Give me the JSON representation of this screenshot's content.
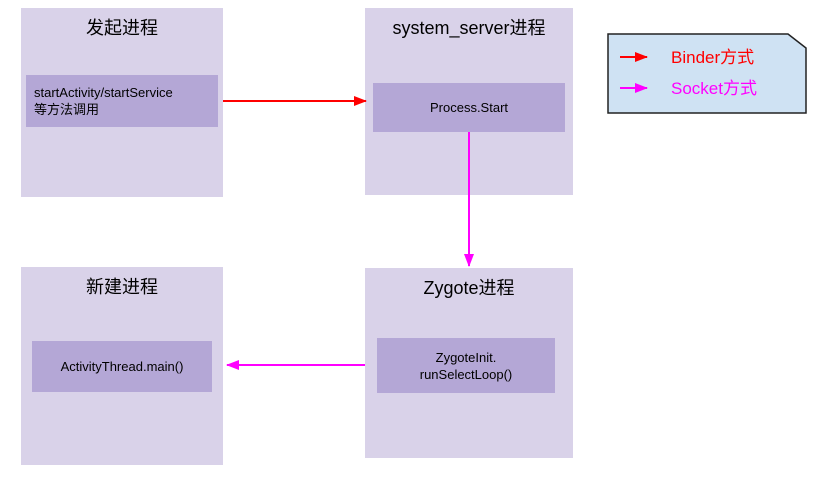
{
  "diagram": {
    "boxes": {
      "initiator": {
        "title": "发起进程",
        "body_line1": "startActivity/startService",
        "body_line2": "等方法调用"
      },
      "system_server": {
        "title": "system_server进程",
        "body": "Process.Start"
      },
      "new_process": {
        "title": "新建进程",
        "body": "ActivityThread.main()"
      },
      "zygote": {
        "title": "Zygote进程",
        "body_line1": "ZygoteInit.",
        "body_line2": "runSelectLoop()"
      }
    },
    "connections": [
      {
        "from": "发起进程",
        "to": "system_server进程",
        "type": "Binder方式"
      },
      {
        "from": "system_server进程",
        "to": "Zygote进程",
        "type": "Socket方式"
      },
      {
        "from": "Zygote进程",
        "to": "新建进程",
        "type": "Socket方式"
      }
    ],
    "legend": {
      "items": [
        {
          "label": "Binder方式",
          "color": "#ff0000"
        },
        {
          "label": "Socket方式",
          "color": "#ff00ff"
        }
      ]
    },
    "colors": {
      "box_fill": "#d9d2e9",
      "inner_fill": "#b4a7d6",
      "legend_bg": "#cfe2f3",
      "legend_border": "#222222",
      "binder_red": "#ff0000",
      "socket_magenta": "#ff00ff",
      "text": "#000000"
    }
  }
}
